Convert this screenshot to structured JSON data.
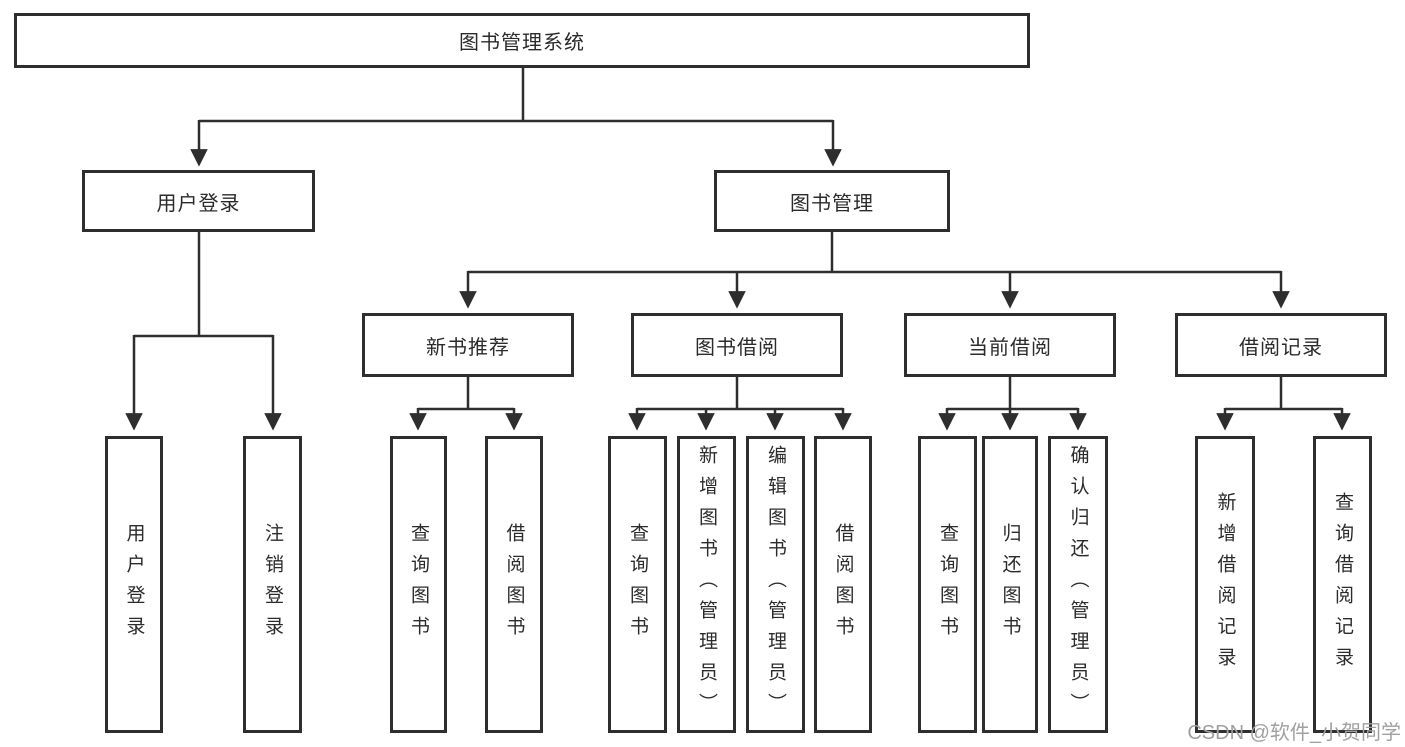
{
  "root": {
    "label": "图书管理系统"
  },
  "level2": {
    "user_login": "用户登录",
    "book_mgmt": "图书管理"
  },
  "level3": {
    "new_books": "新书推荐",
    "borrow": "图书借阅",
    "current": "当前借阅",
    "records": "借阅记录"
  },
  "leaves": {
    "user_login": [
      "用户登录",
      "注销登录"
    ],
    "new_books": [
      "查询图书",
      "借阅图书"
    ],
    "borrow": [
      "查询图书",
      "新增图书（管理员）",
      "编辑图书（管理员）",
      "借阅图书"
    ],
    "current": [
      "查询图书",
      "归还图书",
      "确认归还（管理员）"
    ],
    "records": [
      "新增借阅记录",
      "查询借阅记录"
    ]
  },
  "watermark": "CSDN @软件_小贺同学",
  "colors": {
    "line": "#2e2e2e",
    "text": "#2b2b2b",
    "box_background": "#ffffff",
    "watermark": "#a0a0a0",
    "background": "#ffffff"
  }
}
